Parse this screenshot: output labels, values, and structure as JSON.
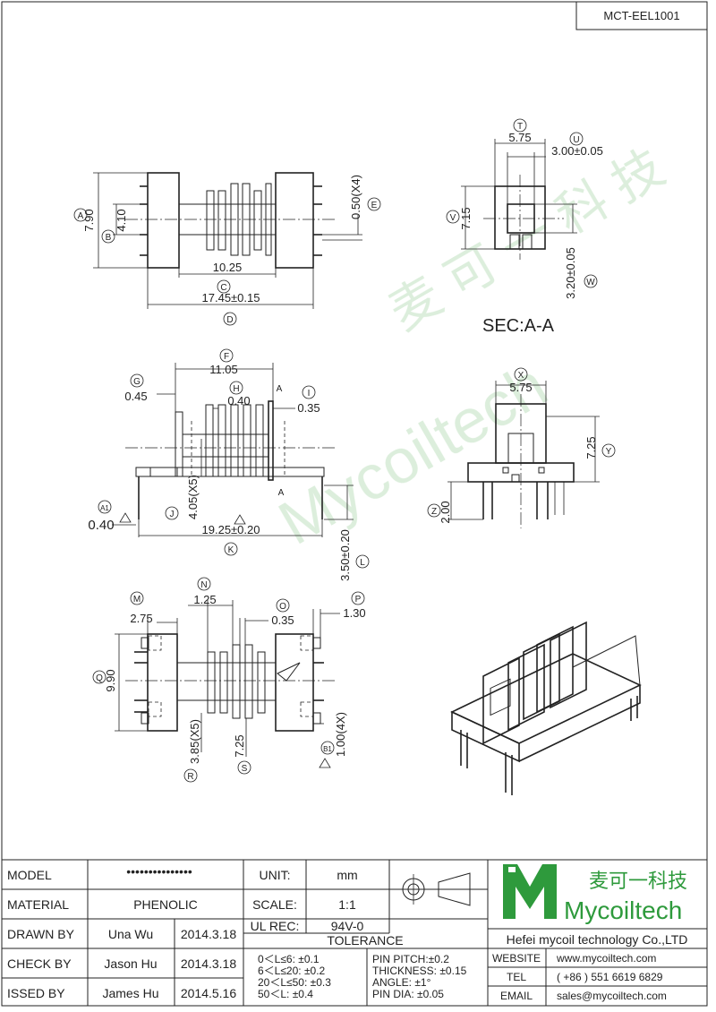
{
  "drawing": {
    "code": "MCT-EEL1001",
    "section_label": "SEC:A-A",
    "watermark_cn": "麦 可 一 科 技",
    "watermark_en": "Mycoiltech"
  },
  "callouts": {
    "A": "A",
    "B": "B",
    "C": "C",
    "D": "D",
    "E": "E",
    "F": "F",
    "G": "G",
    "H": "H",
    "I": "I",
    "J": "J",
    "K": "K",
    "L": "L",
    "M": "M",
    "N": "N",
    "O": "O",
    "P": "P",
    "Q": "Q",
    "R": "R",
    "S": "S",
    "T": "T",
    "U": "U",
    "V": "V",
    "W": "W",
    "X": "X",
    "Y": "Y",
    "Z": "Z",
    "A1": "A1",
    "B1": "B1",
    "cut": "A"
  },
  "dims": {
    "a": "7.90",
    "b": "4.10",
    "c": "10.25",
    "d": "17.45±0.15",
    "e": "0.50(X4)",
    "f": "11.05",
    "g": "0.45",
    "h": "0.40",
    "i": "0.35",
    "j": "4.05(X5)",
    "k": "19.25±0.20",
    "l": "3.50±0.20",
    "a1": "0.40",
    "m": "2.75",
    "n": "1.25",
    "o": "0.35",
    "p": "1.30",
    "q": "9.90",
    "r": "3.85(X5)",
    "s": "7.25",
    "b1": "1.00(4X)",
    "t": "5.75",
    "u": "3.00±0.05",
    "v": "7.15",
    "w": "3.20±0.05",
    "x": "5.75",
    "y": "7.25",
    "z": "2.00"
  },
  "title_block": {
    "model_label": "MODEL",
    "model_value": "•••••••••••••••",
    "material_label": "MATERIAL",
    "material_value": "PHENOLIC",
    "drawn_label": "DRAWN BY",
    "drawn_name": "Una Wu",
    "drawn_date": "2014.3.18",
    "check_label": "CHECK BY",
    "check_name": "Jason Hu",
    "check_date": "2014.3.18",
    "issued_label": "ISSED BY",
    "issued_name": "James Hu",
    "issued_date": "2014.5.16",
    "unit_label": "UNIT:",
    "unit_value": "mm",
    "scale_label": "SCALE:",
    "scale_value": "1:1",
    "ul_label": "UL REC:",
    "ul_value": "94V-0",
    "tolerance_label": "TOLERANCE",
    "tol_1": "0＜L≤6: ±0.1",
    "tol_2": "6＜L≤20: ±0.2",
    "tol_3": "20＜L≤50: ±0.3",
    "tol_4": "50＜L: ±0.4",
    "tol_5": "PIN PITCH:±0.2",
    "tol_6": "THICKNESS: ±0.15",
    "tol_7": "ANGLE: ±1°",
    "tol_8": "PIN DIA: ±0.05",
    "company_cn": "麦可一科技",
    "company_en": "Mycoiltech",
    "company_full": "Hefei mycoil technology Co.,LTD",
    "website_label": "WEBSITE",
    "website_value": "www.mycoiltech.com",
    "tel_label": "TEL",
    "tel_value": "( +86 ) 551 6619 6829",
    "email_label": "EMAIL",
    "email_value": "sales@mycoiltech.com"
  },
  "colors": {
    "logo_green": "#2e9a3c",
    "watermark": "#d8ecd8",
    "line": "#222222"
  }
}
